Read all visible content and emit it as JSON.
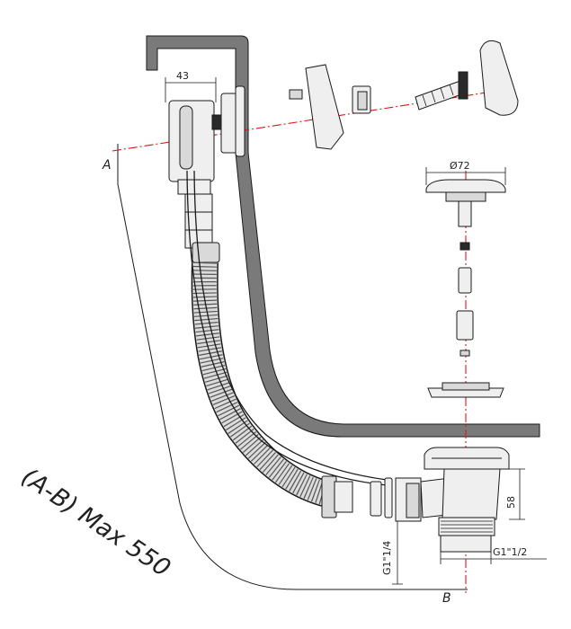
{
  "labels": {
    "point_a": "A",
    "point_b": "B",
    "range_note": "(A-B) Max 550"
  },
  "dimensions": {
    "overflow_width": "43",
    "plug_diameter": "Ø72",
    "waste_height": "58",
    "outlet_thread": "G1\"1/4",
    "waste_thread": "G1\"1/2"
  },
  "colors": {
    "axis_line": "#e0161b",
    "outline": "#1a1a1a",
    "tub_wall": "#7a7a7a"
  }
}
